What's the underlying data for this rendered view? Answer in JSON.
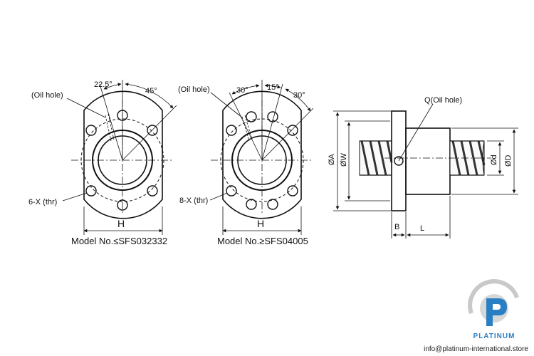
{
  "diagram": {
    "left_view": {
      "angle_label": "22.5°",
      "angle2_label": "45°",
      "oil_hole_label": "(Oil hole)",
      "thread_label": "6-X (thr)",
      "width_label": "H",
      "model_label": "Model No.≤SFS032332"
    },
    "middle_view": {
      "angle_label": "30°",
      "angle2_label": "15°",
      "angle3_label": "30°",
      "oil_hole_label": "(Oil hole)",
      "thread_label": "8-X (thr)",
      "width_label": "H",
      "model_label": "Model No.≥SFS04005"
    },
    "side_view": {
      "oil_hole_label": "Q(Oil hole)",
      "dim_A": "ØA",
      "dim_W": "ØW",
      "dim_d": "Ød",
      "dim_D": "ØD",
      "dim_B": "B",
      "dim_L": "L"
    }
  },
  "footer": {
    "brand": "PLATINUM",
    "url": "info@platinum-international.store"
  },
  "colors": {
    "line": "#111111",
    "brand_blue": "#2a7fc4",
    "brand_grey": "#c9c9c9"
  }
}
